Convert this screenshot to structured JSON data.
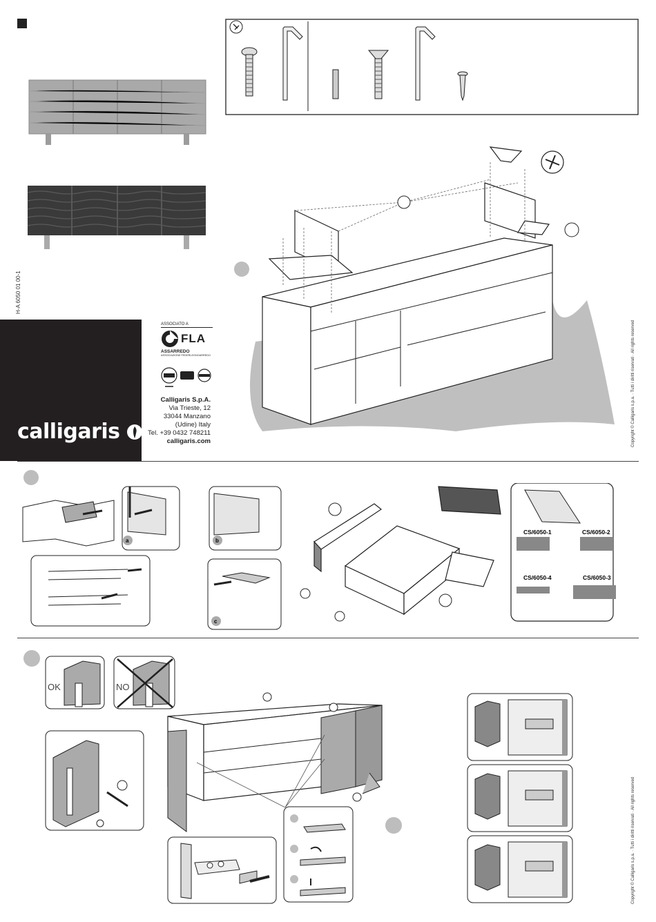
{
  "document": {
    "code": "H-A 6050 01 00-1",
    "copyright": "Copyright © Calligaris s.p.a. · Tutti i diritti riservati · All rights reserved"
  },
  "brand": {
    "name": "calligaris",
    "association": {
      "line1": "ASSOCIATO A",
      "name": "FLA",
      "line2": "ASSARREDO",
      "line3": "ASSOCIAZIONE FEDERLEGNOARREDO"
    }
  },
  "company": {
    "name": "Calligaris S.p.A.",
    "street": "Via Trieste, 12",
    "city": "33044 Manzano",
    "region": "(Udine) Italy",
    "phone": "Tel. +39 0432 748211",
    "web": "calligaris.com"
  },
  "labels": {
    "ok": "OK",
    "no": "NO",
    "step_a": "a",
    "step_b": "b",
    "step_c": "c",
    "cs1": "CS/6050-1",
    "cs2": "CS/6050-2",
    "cs3": "CS/6050-3",
    "cs4": "CS/6050-4"
  },
  "colors": {
    "panel": "#231f20",
    "floor": "#bfbfbf",
    "step_badge": "#bdbdbd",
    "wood_light": "#a9a9a9",
    "wood_dark": "#3a3a3a"
  }
}
